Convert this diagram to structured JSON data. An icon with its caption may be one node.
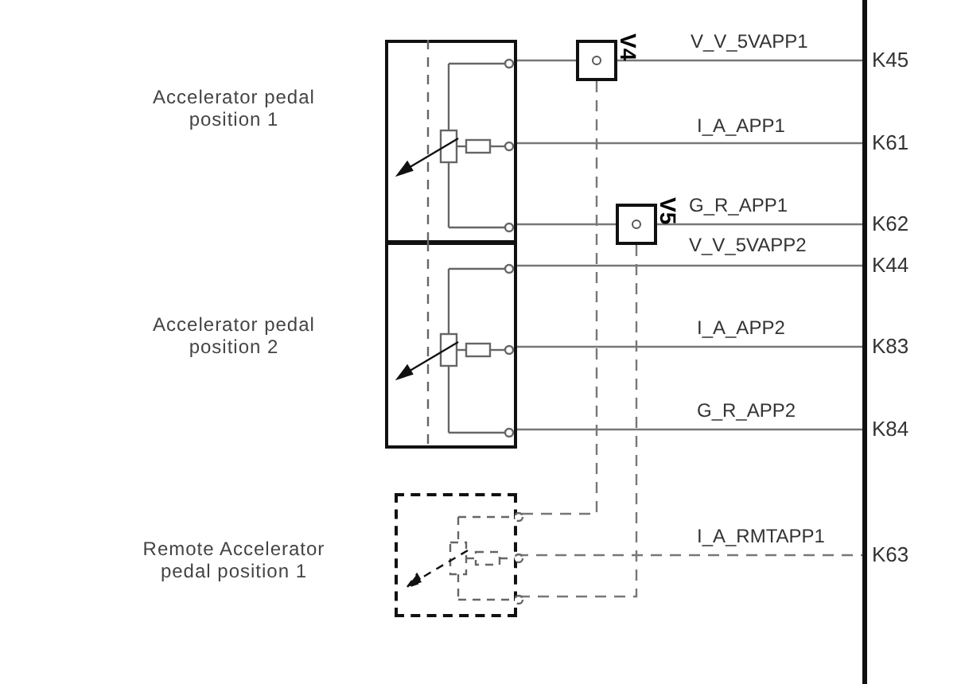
{
  "diagram": {
    "nodes": [
      {
        "text": [],
        "shape": "box",
        "beside": [
          "Accelerator pedal position 1"
        ]
      },
      {
        "text": [],
        "shape": "box",
        "beside": [
          "Accelerator pedal position 2"
        ]
      },
      {
        "text": [],
        "shape": "box",
        "beside": [
          "Remote Accelerator pedal position 1"
        ]
      },
      {
        "text": [
          "V4"
        ]
      },
      {
        "text": [
          "V5"
        ]
      },
      {
        "text": [],
        "shape": "bar"
      }
    ],
    "edges": [
      {
        "from": 0,
        "to": 3,
        "arrow": "none"
      },
      {
        "from": 3,
        "to": 5,
        "arrow": "none",
        "label": "V_V_5VAPP1"
      },
      {
        "from": 0,
        "to": 5,
        "arrow": "none",
        "label": "I_A_APP1"
      },
      {
        "from": 0,
        "to": 4,
        "arrow": "none"
      },
      {
        "from": 4,
        "to": 5,
        "arrow": "none",
        "label": "G_R_APP1"
      },
      {
        "from": 1,
        "to": 5,
        "arrow": "none",
        "label": "V_V_5VAPP2"
      },
      {
        "from": 1,
        "to": 5,
        "arrow": "none",
        "label": "I_A_APP2"
      },
      {
        "from": 1,
        "to": 5,
        "arrow": "none",
        "label": "G_R_APP2"
      },
      {
        "from": 2,
        "to": 5,
        "arrow": "none",
        "label": "I_A_RMTAPP1",
        "style": "dashed"
      },
      {
        "from": 3,
        "to": 2,
        "arrow": "none",
        "style": "dashed"
      },
      {
        "from": 4,
        "to": 2,
        "arrow": "none",
        "style": "dashed"
      }
    ],
    "labels": [
      "K45",
      "K61",
      "K62",
      "K44",
      "K83",
      "K84",
      "K63"
    ]
  }
}
